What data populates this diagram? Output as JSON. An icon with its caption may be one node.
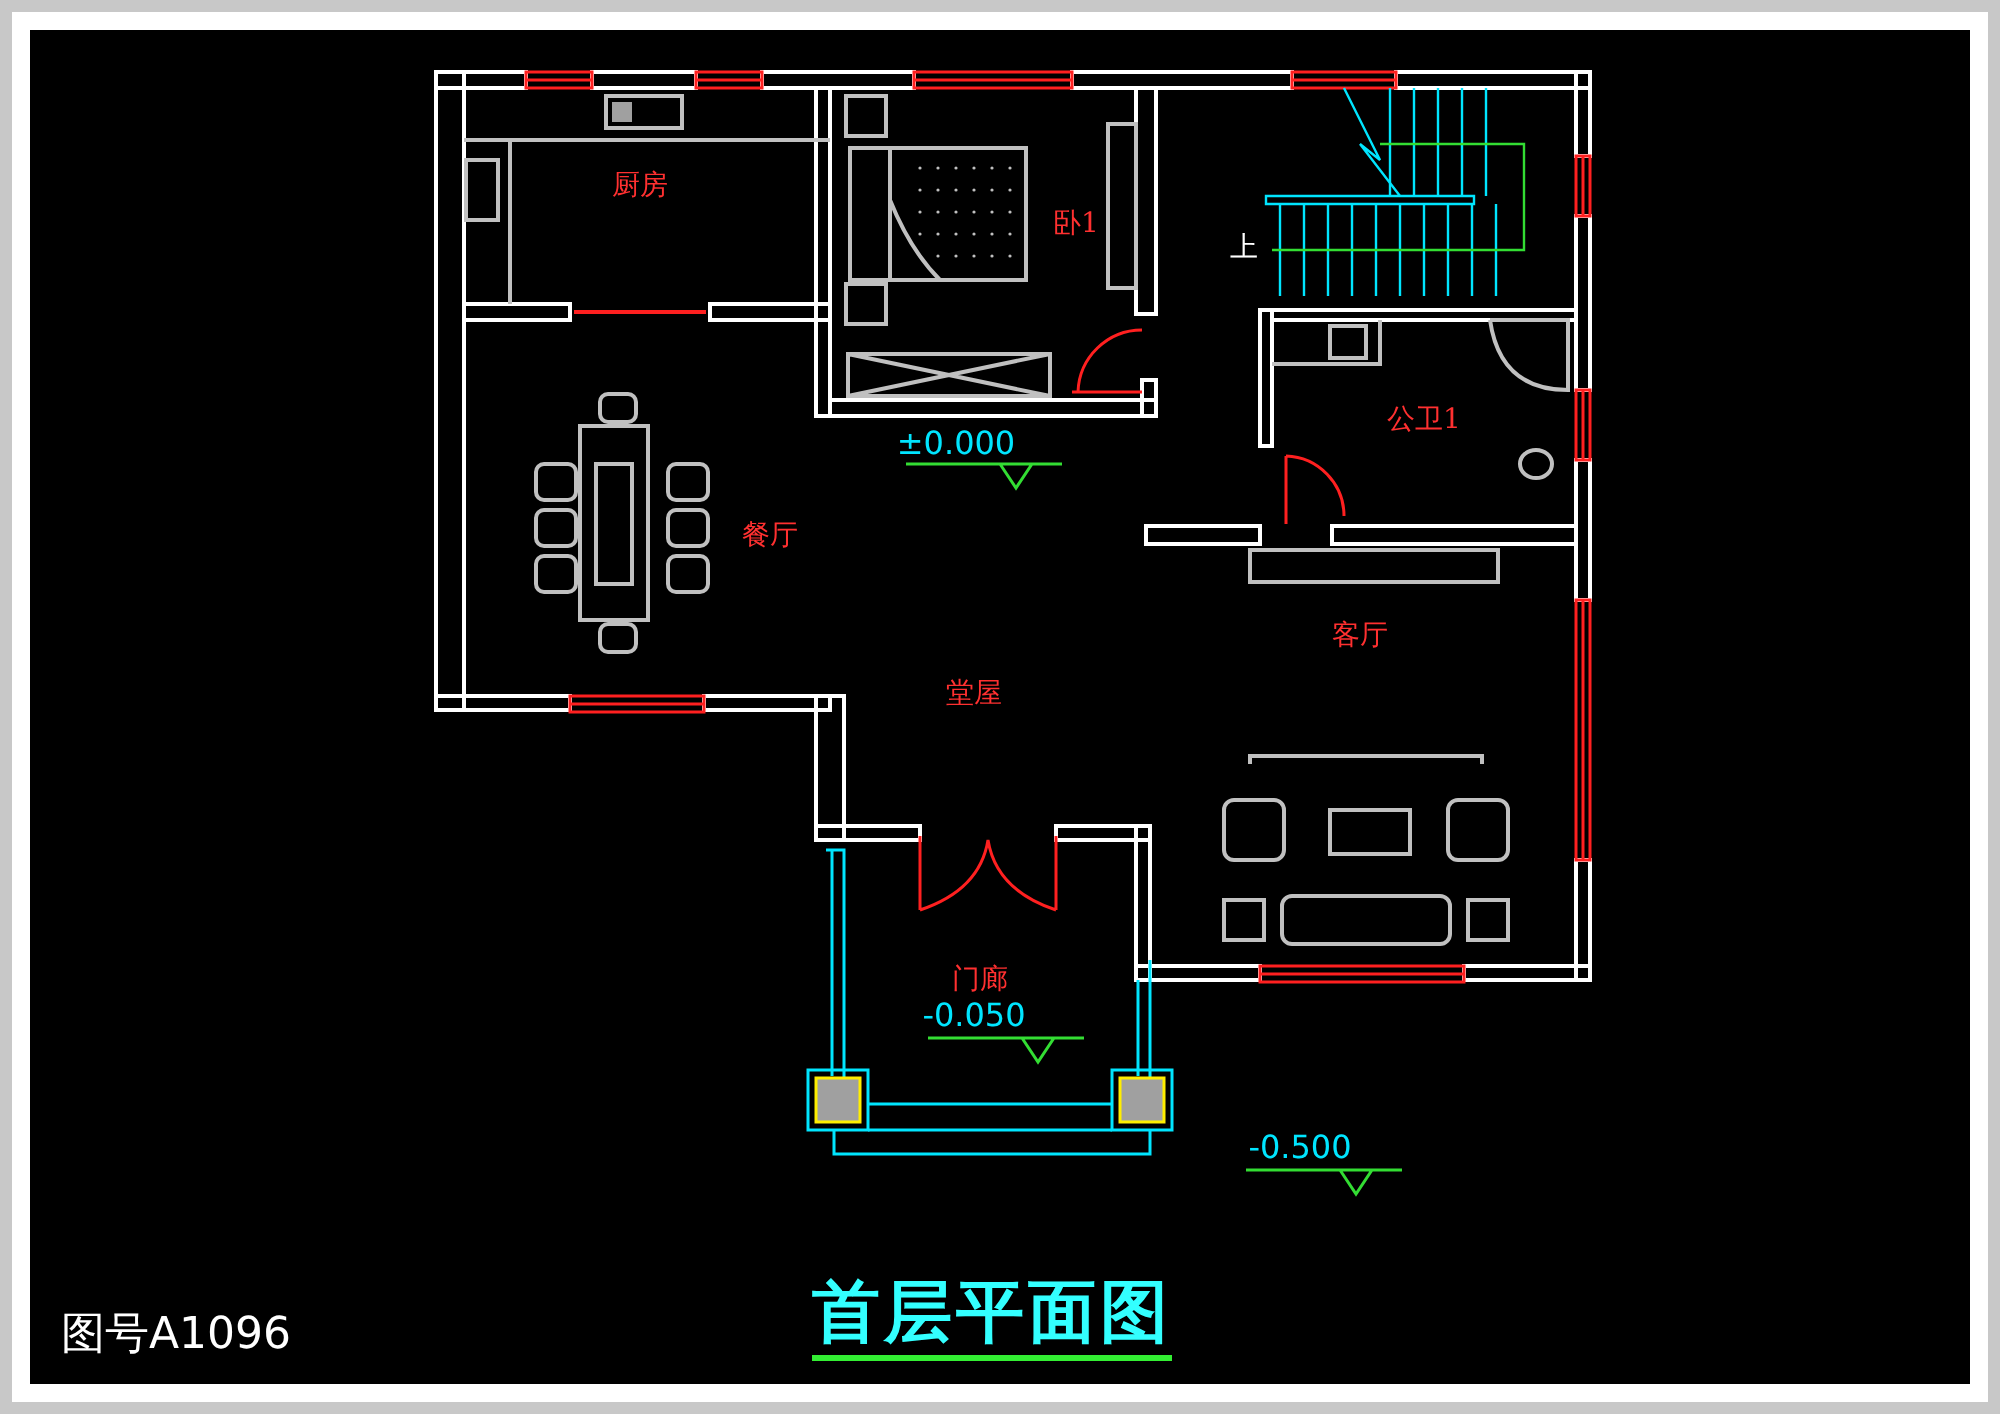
{
  "diagram": {
    "title": "首层平面图",
    "labels": [
      "厨房",
      "卧1",
      "上",
      "公卫1",
      "±0.000",
      "餐厅",
      "客厅",
      "堂屋",
      "门廊",
      "-0.050",
      "-0.500",
      "图号A1096"
    ]
  }
}
